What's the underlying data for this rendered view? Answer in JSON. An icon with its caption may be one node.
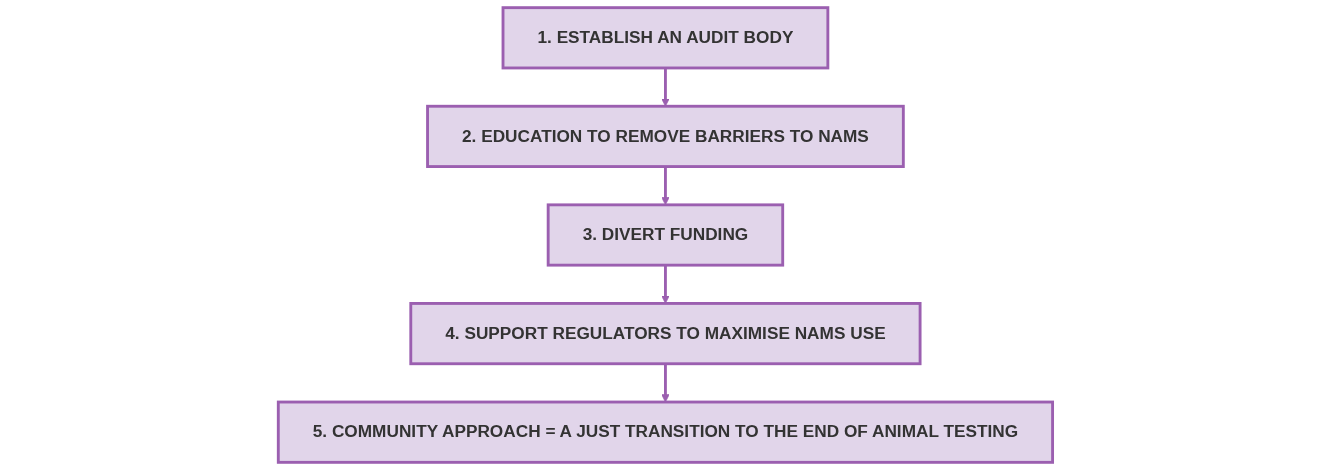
{
  "diagram": {
    "nodes": [
      {
        "text": [
          "1. ESTABLISH AN AUDIT BODY"
        ]
      },
      {
        "text": [
          "2. EDUCATION TO REMOVE BARRIERS TO NAMS"
        ]
      },
      {
        "text": [
          "3. DIVERT FUNDING"
        ]
      },
      {
        "text": [
          "4. SUPPORT REGULATORS TO MAXIMISE NAMS USE"
        ]
      },
      {
        "text": [
          "5. COMMUNITY APPROACH = A JUST TRANSITION TO THE END OF ANIMAL TESTING"
        ]
      }
    ],
    "edges": [
      {
        "from": 0,
        "to": 1,
        "arrow": "to"
      },
      {
        "from": 1,
        "to": 2,
        "arrow": "to"
      },
      {
        "from": 2,
        "to": 3,
        "arrow": "to"
      },
      {
        "from": 3,
        "to": 4,
        "arrow": "to"
      }
    ]
  }
}
